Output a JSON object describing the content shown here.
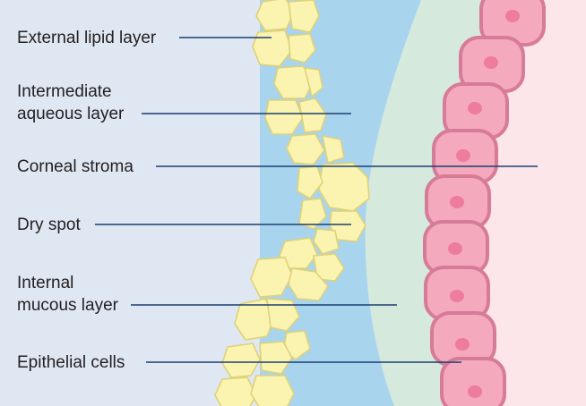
{
  "labels": {
    "external_lipid": "External lipid layer",
    "intermediate_line1": "Intermediate",
    "intermediate_line2": "aqueous layer",
    "corneal_stroma": "Corneal stroma",
    "dry_spot": "Dry spot",
    "internal_line1": "Internal",
    "internal_line2": "mucous layer",
    "epithelial_cells": "Epithelial cells"
  },
  "colors": {
    "air_background": "#dfe7f2",
    "aqueous_layer": "#a9d4ee",
    "mucous_layer": "#d5e9dd",
    "cornea_background": "#fce6ea",
    "epithelial_cell_fill": "#f5a9bd",
    "epithelial_cell_border": "#d67b98",
    "nucleus": "#ee7c9f",
    "lipid_fill": "#fbf3b0",
    "lipid_border": "#ded27a",
    "leader_line": "#1b3f73",
    "text": "#231f20"
  }
}
